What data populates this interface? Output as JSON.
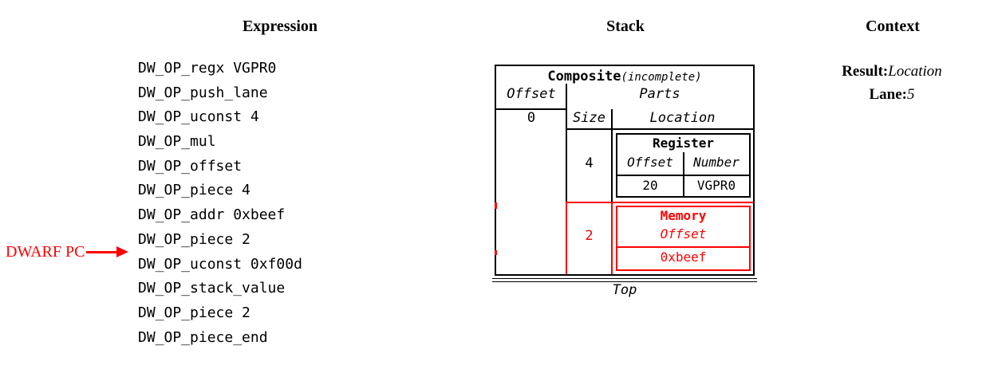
{
  "headers": {
    "expression": "Expression",
    "stack": "Stack",
    "context": "Context"
  },
  "expression": {
    "items": [
      "DW_OP_regx VGPR0",
      "DW_OP_push_lane",
      "DW_OP_uconst 4",
      "DW_OP_mul",
      "DW_OP_offset",
      "DW_OP_piece 4",
      "DW_OP_addr 0xbeef",
      "DW_OP_piece 2",
      "DW_OP_uconst 0xf00d",
      "DW_OP_stack_value",
      "DW_OP_piece 2",
      "DW_OP_piece_end"
    ],
    "pc_label": "DWARF PC",
    "pc_points_to": "DW_OP_uconst 0xf00d"
  },
  "stack": {
    "composite": {
      "title": "Composite",
      "title_note": "(incomplete)",
      "offset_header": "Offset",
      "offset_value": "0",
      "parts_header": "Parts",
      "size_header": "Size",
      "location_header": "Location",
      "parts": [
        {
          "size": "4",
          "highlight": false,
          "location": {
            "title": "Register",
            "columns": [
              "Offset",
              "Number"
            ],
            "values": [
              "20",
              "VGPR0"
            ]
          }
        },
        {
          "size": "2",
          "highlight": true,
          "location": {
            "title": "Memory",
            "columns": [
              "Offset"
            ],
            "values": [
              "0xbeef"
            ]
          }
        }
      ]
    },
    "top_label": "Top"
  },
  "context": {
    "result_label": "Result:",
    "result_value": "Location",
    "lane_label": "Lane:",
    "lane_value": "5"
  },
  "colors": {
    "highlight": "#ff0000",
    "text": "#000000",
    "background": "#ffffff"
  }
}
